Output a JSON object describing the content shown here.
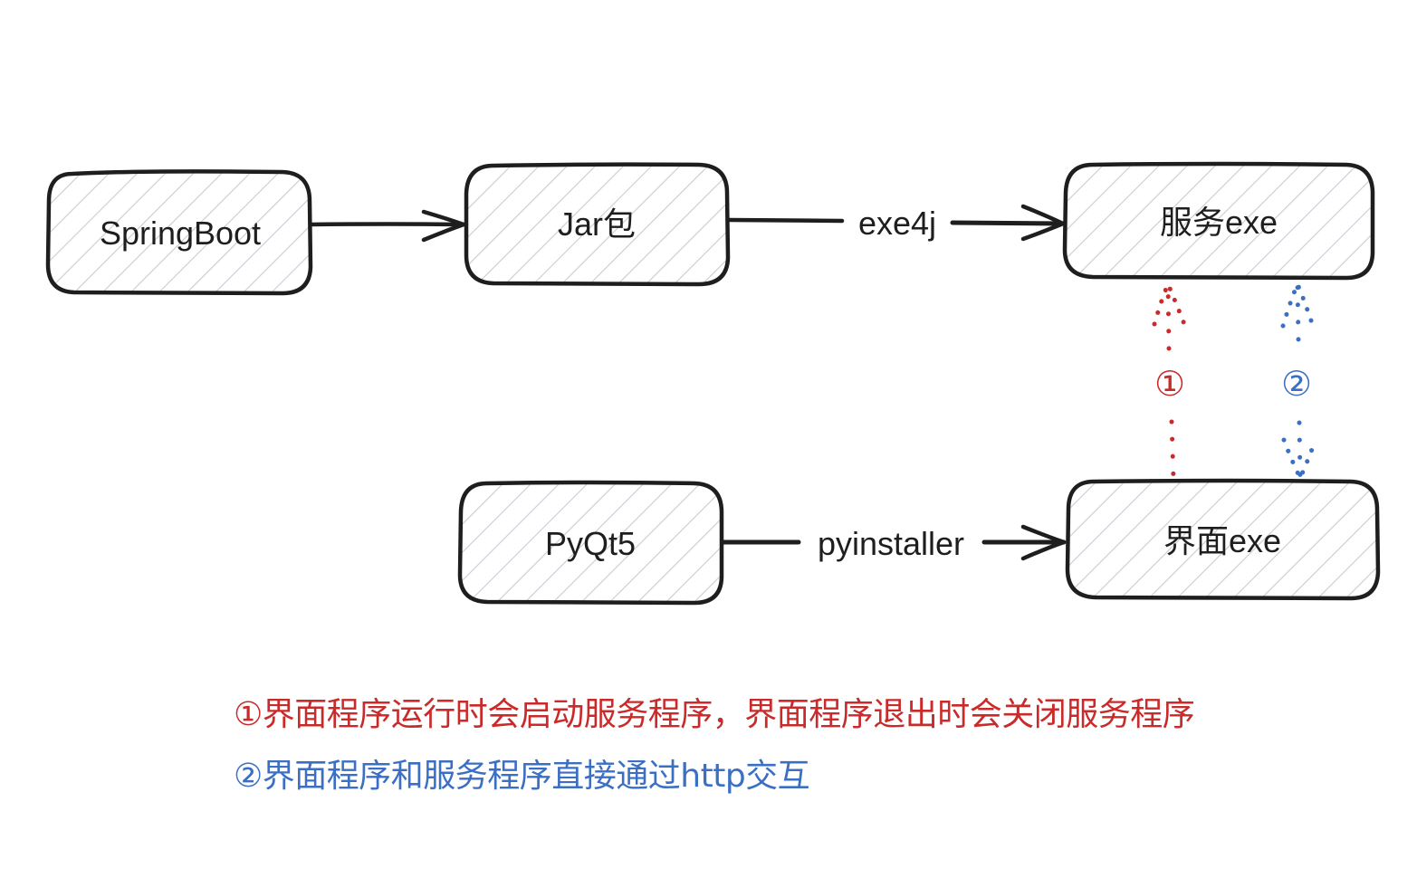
{
  "diagram": {
    "nodes": {
      "springboot": {
        "label": "SpringBoot"
      },
      "jar": {
        "label": "Jar包"
      },
      "service_exe": {
        "label": "服务exe"
      },
      "pyqt5": {
        "label": "PyQt5"
      },
      "ui_exe": {
        "label": "界面exe"
      }
    },
    "edges": {
      "springboot_to_jar": {
        "label": ""
      },
      "jar_to_service": {
        "label": "exe4j"
      },
      "pyqt5_to_ui": {
        "label": "pyinstaller"
      },
      "link_1": {
        "label": "①",
        "color": "#c92a2a"
      },
      "link_2": {
        "label": "②",
        "color": "#3b6fc4"
      }
    },
    "colors": {
      "stroke": "#1e1e1e",
      "hatch": "#c7cbd3",
      "red": "#c92a2a",
      "blue": "#3b6fc4"
    }
  },
  "notes": [
    {
      "text": "①界面程序运行时会启动服务程序，界面程序退出时会关闭服务程序",
      "color": "#c92a2a"
    },
    {
      "text": "②界面程序和服务程序直接通过http交互",
      "color": "#3b6fc4"
    }
  ]
}
